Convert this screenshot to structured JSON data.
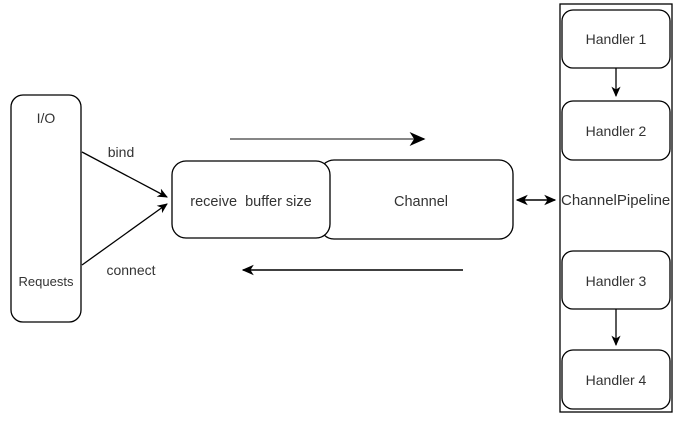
{
  "diagram": {
    "io_box": {
      "title": "I/O",
      "label": "Requests"
    },
    "edges": {
      "bind_label": "bind",
      "connect_label": "connect"
    },
    "receive_box": {
      "label": "receive  buffer size"
    },
    "channel_box": {
      "label": "Channel"
    },
    "pipeline": {
      "label": "ChannelPipeline",
      "handlers": [
        {
          "label": "Handler 1"
        },
        {
          "label": "Handler 2"
        },
        {
          "label": "Handler 3"
        },
        {
          "label": "Handler 4"
        }
      ]
    },
    "colors": {
      "stroke": "#000000",
      "text": "#333333",
      "top_arrow_line": "#868686",
      "background": "#ffffff"
    }
  }
}
